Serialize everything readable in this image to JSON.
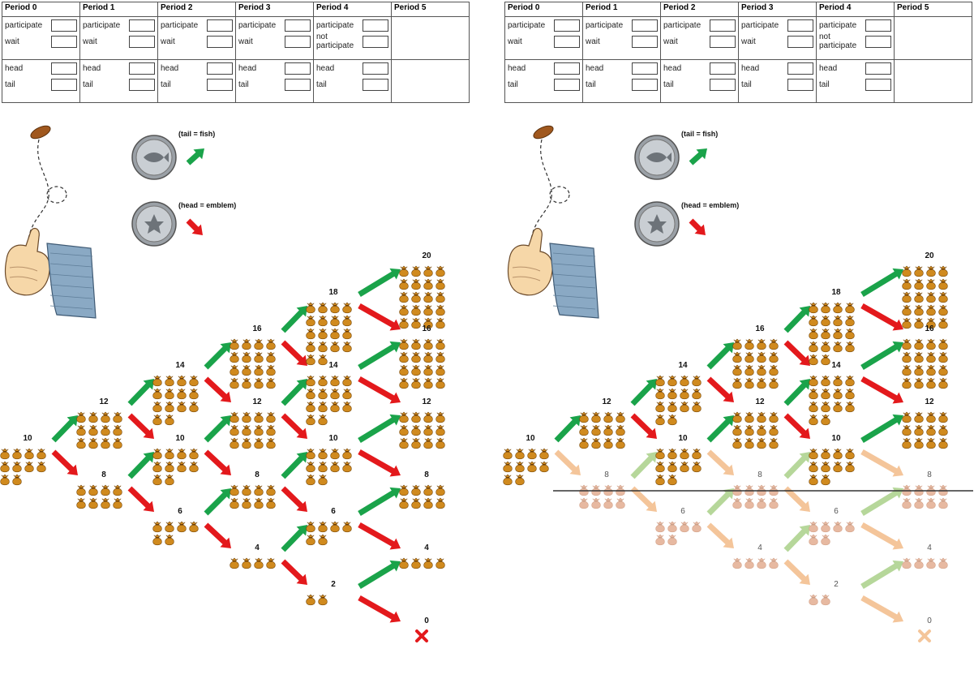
{
  "panels": [
    {
      "id": "left",
      "table": {
        "headers": [
          "Period 0",
          "Period 1",
          "Period 2",
          "Period 3",
          "Period 4",
          "Period 5"
        ],
        "participation_options": [
          [
            "participate",
            "wait"
          ],
          [
            "participate",
            "wait"
          ],
          [
            "participate",
            "wait"
          ],
          [
            "participate",
            "wait"
          ],
          [
            "participate",
            "not participate"
          ],
          []
        ],
        "coin_options": [
          [
            "head",
            "tail"
          ],
          [
            "head",
            "tail"
          ],
          [
            "head",
            "tail"
          ],
          [
            "head",
            "tail"
          ],
          [
            "head",
            "tail"
          ],
          []
        ]
      },
      "legend": {
        "tail_label": "(tail = fish)",
        "head_label": "(head = emblem)"
      },
      "tree_labels": {
        "p0": [
          "10"
        ],
        "p1": [
          "12",
          "8"
        ],
        "p2": [
          "14",
          "10",
          "6"
        ],
        "p3": [
          "16",
          "12",
          "8",
          "4"
        ],
        "p4": [
          "18",
          "14",
          "10",
          "6",
          "2"
        ],
        "p5": [
          "20",
          "16",
          "12",
          "8",
          "4",
          "0"
        ]
      }
    },
    {
      "id": "right",
      "table": {
        "headers": [
          "Period 0",
          "Period 1",
          "Period 2",
          "Period 3",
          "Period 4",
          "Period 5"
        ],
        "participation_options": [
          [
            "participate",
            "wait"
          ],
          [
            "participate",
            "wait"
          ],
          [
            "participate",
            "wait"
          ],
          [
            "participate",
            "wait"
          ],
          [
            "participate",
            "not participate"
          ],
          []
        ],
        "coin_options": [
          [
            "head",
            "tail"
          ],
          [
            "head",
            "tail"
          ],
          [
            "head",
            "tail"
          ],
          [
            "head",
            "tail"
          ],
          [
            "head",
            "tail"
          ],
          []
        ]
      },
      "legend": {
        "tail_label": "(tail = fish)",
        "head_label": "(head = emblem)"
      },
      "tree_labels": {
        "p0": [
          "10"
        ],
        "p1": [
          "12",
          "8"
        ],
        "p2": [
          "14",
          "10",
          "6"
        ],
        "p3": [
          "16",
          "12",
          "8",
          "4"
        ],
        "p4": [
          "18",
          "14",
          "10",
          "6",
          "2"
        ],
        "p5": [
          "20",
          "16",
          "12",
          "8",
          "4",
          "0"
        ]
      },
      "threshold_value": 10
    }
  ],
  "colors": {
    "up_arrow": "#1aa34a",
    "down_arrow": "#e3191c",
    "up_arrow_faded": "#b6d79a",
    "down_arrow_faded": "#f4c59a",
    "bag": "#d08a1e",
    "bag_faded": "#e7b9a1",
    "threshold_line": "#333333"
  }
}
